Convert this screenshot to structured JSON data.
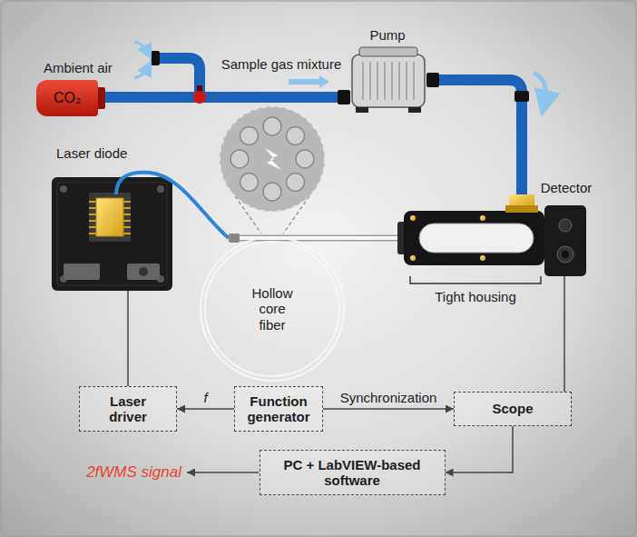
{
  "diagram": {
    "nodes": [
      {
        "text": [
          "CO₂"
        ]
      },
      {
        "text": [
          "Hollow core fiber"
        ]
      },
      {
        "text": [
          "Laser driver"
        ]
      },
      {
        "text": [
          "Function generator"
        ]
      },
      {
        "text": [
          "Scope"
        ]
      },
      {
        "text": [
          "PC + LabVIEW-based software"
        ]
      }
    ],
    "edges": [
      {
        "from": 3,
        "to": 2,
        "label": "f",
        "arrow": "to"
      },
      {
        "from": 3,
        "to": 4,
        "label": "Synchronization",
        "arrow": "to"
      },
      {
        "from": 4,
        "to": 5,
        "arrow": "to"
      }
    ],
    "labels": [
      "Ambient air",
      "Sample gas mixture",
      "Pump",
      "Laser diode",
      "Detector",
      "Tight housing",
      "2fWMS signal"
    ]
  }
}
